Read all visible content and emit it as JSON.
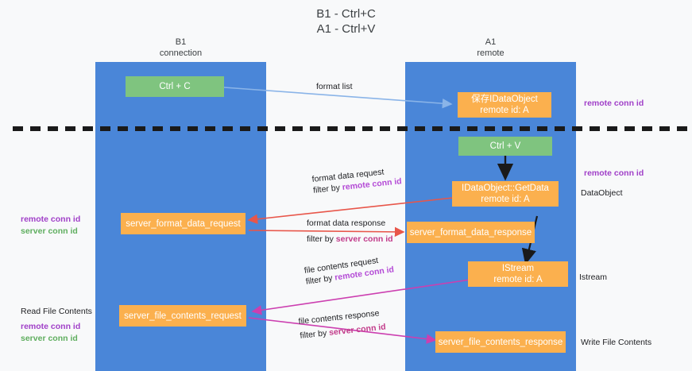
{
  "title": "B1 - Ctrl+C\nA1 - Ctrl+V",
  "lanes": {
    "left": {
      "header": "B1\nconnection"
    },
    "right": {
      "header": "A1\nremote"
    }
  },
  "nodes": {
    "ctrl_c": "Ctrl + C",
    "data_object_remote": "保存IDataObject\nremote id: A",
    "ctrl_v": "Ctrl + V",
    "get_data": "IDataObject::GetData\nremote id: A",
    "server_format_data_request": "server_format_data_request",
    "server_format_data_response": "server_format_data_response",
    "istream": "IStream\nremote id: A",
    "server_file_contents_request": "server_file_contents_request",
    "server_file_contents_response": "server_file_contents_response"
  },
  "edge_labels": {
    "format_list": "format list",
    "format_data_request": "format data request",
    "format_data_request_filter_prefix": "filter by ",
    "format_data_request_filter_key": "remote conn id",
    "format_data_response": "format data response",
    "format_data_response_filter_prefix": "filter by ",
    "format_data_response_filter_key": "server conn id",
    "file_contents_request": "file contents request",
    "file_contents_request_filter_prefix": "filter by ",
    "file_contents_request_filter_key": "remote conn id",
    "file_contents_response": "file contents response",
    "file_contents_response_filter_prefix": "filter by ",
    "file_contents_response_filter_key": "server conn id"
  },
  "side_labels": {
    "right_remote_conn_id_top": "remote conn id",
    "right_remote_conn_id_mid": "remote conn id",
    "right_data_object": "DataObject",
    "right_istream": "Istream",
    "right_write_file_contents": "Write File Contents",
    "left_remote_conn_id_mid": "remote conn id",
    "left_server_conn_id_mid": "server conn id",
    "left_read_file_contents": "Read File Contents",
    "left_remote_conn_id_bottom": "remote conn id",
    "left_server_conn_id_bottom": "server conn id"
  },
  "colors": {
    "lane": "#4a86d8",
    "node_green": "#7fc47f",
    "node_orange": "#fbb04e",
    "arrow_light_blue": "#8ab4e8",
    "arrow_red": "#e8564a",
    "arrow_magenta": "#cc3fb0",
    "arrow_black": "#1a1a1a",
    "divider": "#1a1a1a",
    "remote_conn_id": "#a03fc8",
    "server_conn_id": "#5fae5f"
  }
}
